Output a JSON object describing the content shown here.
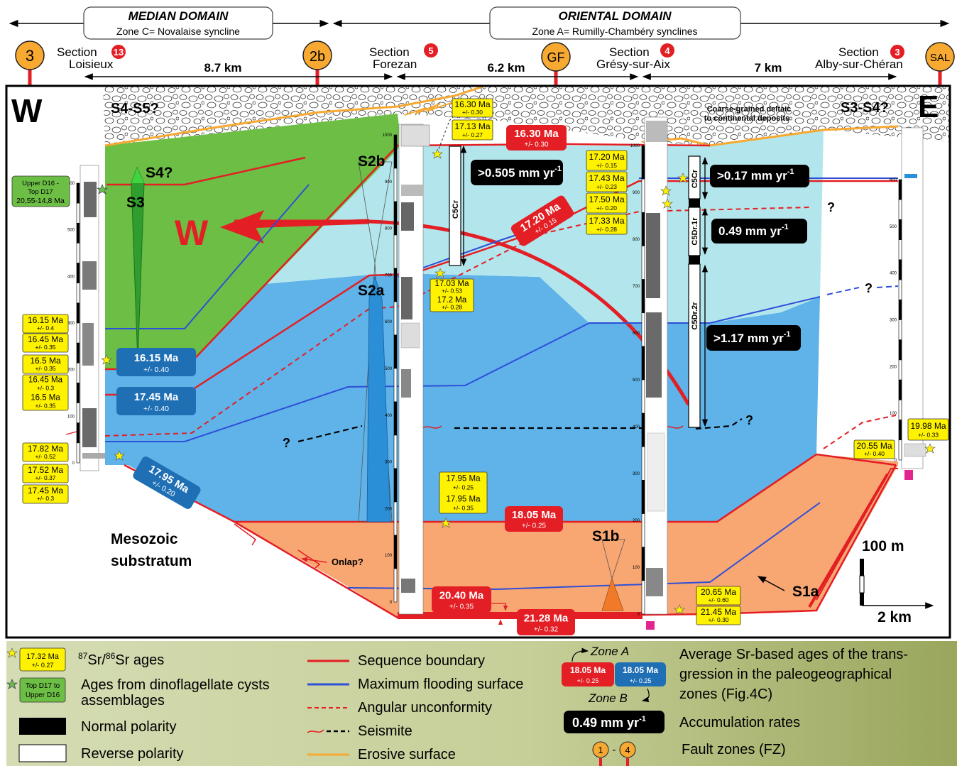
{
  "domains": {
    "median": {
      "title": "MEDIAN DOMAIN",
      "subtitle": "Zone C= Novalaise syncline"
    },
    "oriental": {
      "title": "ORIENTAL DOMAIN",
      "subtitle": "Zone A= Rumilly-Chambéry synclines"
    }
  },
  "fault_markers": {
    "m3": "3",
    "m2b": "2b",
    "mGF": "GF",
    "mSAL": "SAL"
  },
  "sections": {
    "s13": {
      "label": "Section",
      "num": "13",
      "name": "Loisieux"
    },
    "s5": {
      "label": "Section",
      "num": "5",
      "name": "Forezan"
    },
    "s4": {
      "label": "Section",
      "num": "4",
      "name": "Grésy-sur-Aix"
    },
    "s3": {
      "label": "Section",
      "num": "3",
      "name": "Alby-sur-Chéran"
    }
  },
  "distances": {
    "d1": "8.7 km",
    "d2": "6.2 km",
    "d3": "7 km"
  },
  "labels": {
    "west": "W",
    "east": "E",
    "s4s5": "S4-S5?",
    "s3s4": "S3-S4?",
    "s4q": "S4?",
    "s3": "S3",
    "s2b": "S2b",
    "s2a": "S2a",
    "s1b": "S1b",
    "s1a": "S1a",
    "arrow_w": "W",
    "deltaic1": "Coarse-grained deltaic",
    "deltaic2": "to continental deposits",
    "mesozoic1": "Mesozoic",
    "mesozoic2": "substratum",
    "onlap": "Onlap?",
    "scale_v": "100 m",
    "scale_h": "2 km",
    "c5cr_left": "C5Cr",
    "c5cr_right": "C5Cr",
    "c5dr1r": "C5Dr.1r",
    "c5dr2r": "C5Dr.2r",
    "q": "?"
  },
  "dino_box": {
    "l1": "Upper D16 -",
    "l2": "Top D17",
    "l3": "20,55-14,8 Ma"
  },
  "yellow_ages": {
    "y1": {
      "age": "16.30 Ma",
      "err": "+/- 0.30"
    },
    "y2": {
      "age": "17.13 Ma",
      "err": "+/- 0.27"
    },
    "y3": {
      "age": "17.20 Ma",
      "err": "+/- 0.15"
    },
    "y4": {
      "age": "17.43 Ma",
      "err": "+/- 0.23"
    },
    "y5": {
      "age": "17.50 Ma",
      "err": "+/- 0.20"
    },
    "y6": {
      "age": "17.33 Ma",
      "err": "+/- 0.28"
    },
    "y7a": {
      "age": "17.03 Ma",
      "err": "+/- 0.53"
    },
    "y7b": {
      "age": "17.2 Ma",
      "err": "+/- 0.28"
    },
    "y8": {
      "age": "16.15 Ma",
      "err": "+/- 0.4"
    },
    "y9": {
      "age": "16.45 Ma",
      "err": "+/- 0.35"
    },
    "y10": {
      "age": "16.5 Ma",
      "err": "+/- 0.35"
    },
    "y11a": {
      "age": "16.45 Ma",
      "err": "+/- 0.3"
    },
    "y11b": {
      "age": "16.5 Ma",
      "err": "+/- 0.35"
    },
    "y12": {
      "age": "17.82 Ma",
      "err": "+/- 0.52"
    },
    "y13": {
      "age": "17.52 Ma",
      "err": "+/- 0.37"
    },
    "y14": {
      "age": "17.45 Ma",
      "err": "+/- 0.3"
    },
    "y15a": {
      "age": "17.95 Ma",
      "err": "+/- 0.25"
    },
    "y15b": {
      "age": "17.95 Ma",
      "err": "+/- 0.35"
    },
    "y16": {
      "age": "19.98 Ma",
      "err": "+/- 0.33"
    },
    "y17": {
      "age": "20.55 Ma",
      "err": "+/- 0.40"
    },
    "y18": {
      "age": "20.65 Ma",
      "err": "+/- 0.60"
    },
    "y19": {
      "age": "21.45 Ma",
      "err": "+/- 0.30"
    }
  },
  "red_ages": {
    "r1": {
      "age": "16.30 Ma",
      "err": "+/- 0.30"
    },
    "r2": {
      "age": "17.20 Ma",
      "err": "+/- 0.15"
    },
    "r3": {
      "age": "18.05 Ma",
      "err": "+/- 0.25"
    },
    "r4": {
      "age": "20.40 Ma",
      "err": "+/- 0.35"
    },
    "r5": {
      "age": "21.28 Ma",
      "err": "+/- 0.32"
    }
  },
  "blue_ages": {
    "b1": {
      "age": "16.15 Ma",
      "err": "+/- 0.40"
    },
    "b2": {
      "age": "17.45 Ma",
      "err": "+/- 0.40"
    },
    "b3": {
      "age": "17.95 Ma",
      "err": "+/- 0.20"
    }
  },
  "rates": {
    "rate1": {
      "value": ">0.505 mm yr",
      "exp": "-1"
    },
    "rate2": {
      "value": ">0.17 mm yr",
      "exp": "-1"
    },
    "rate3": {
      "value": "0.49 mm yr",
      "exp": "-1"
    },
    "rate4": {
      "value": ">1.17 mm yr",
      "exp": "-1"
    }
  },
  "ticks": {
    "left": [
      "600",
      "500",
      "400",
      "300",
      "200",
      "100",
      "0"
    ],
    "forezan": [
      "1000",
      "900",
      "800",
      "700",
      "600",
      "500",
      "400",
      "300",
      "200",
      "100",
      "0"
    ],
    "gresy": [
      "1000",
      "900",
      "800",
      "700",
      "600",
      "500",
      "400",
      "300",
      "200",
      "100",
      "0"
    ],
    "alby": [
      "600",
      "500",
      "400",
      "300",
      "200",
      "100",
      "0"
    ]
  },
  "legend": {
    "yellow_age": "17.32 Ma",
    "yellow_err": "+/- 0.27",
    "sr_sup1": "87",
    "sr_mid": "Sr/",
    "sr_sup2": "86",
    "sr_end": "Sr ages",
    "dino_l1": "Top D17 to",
    "dino_l2": "Upper D16",
    "dino_text1": "Ages from dinoflagellate cysts",
    "dino_text2": "assemblages",
    "normal": "Normal polarity",
    "reverse": "Reverse polarity",
    "seq": "Sequence boundary",
    "mfs": "Maximum flooding surface",
    "angular": "Angular unconformity",
    "seismite": "Seismite",
    "erosive": "Erosive surface",
    "zone_a": "Zone A",
    "zone_b": "Zone B",
    "zone_red_age": "18.05 Ma",
    "zone_red_err": "+/- 0.25",
    "zone_blue_age": "18.05 Ma",
    "zone_blue_err": "+/- 0.25",
    "avg1": "Average Sr-based ages of the trans-",
    "avg2": "gression in the paleogeographical",
    "avg3": "zones (Fig.4C)",
    "rate_value": "0.49 mm yr",
    "rate_exp": "-1",
    "acc": "Accumulation rates",
    "fz1": "1",
    "fz_dash": "-",
    "fz4": "4",
    "fault": "Fault zones (FZ)"
  },
  "colors": {
    "green": "#6dbe45",
    "light_blue": "#b3e6ec",
    "mid_blue": "#5fb3e8",
    "orange": "#f8a672",
    "red": "#e31e24",
    "blue_line": "#2e4fd8",
    "yellow": "#fff200",
    "dark_blue_label": "#1f6fb5",
    "fault_orange": "#f7a931",
    "legend_bg": "#c8d39e"
  }
}
